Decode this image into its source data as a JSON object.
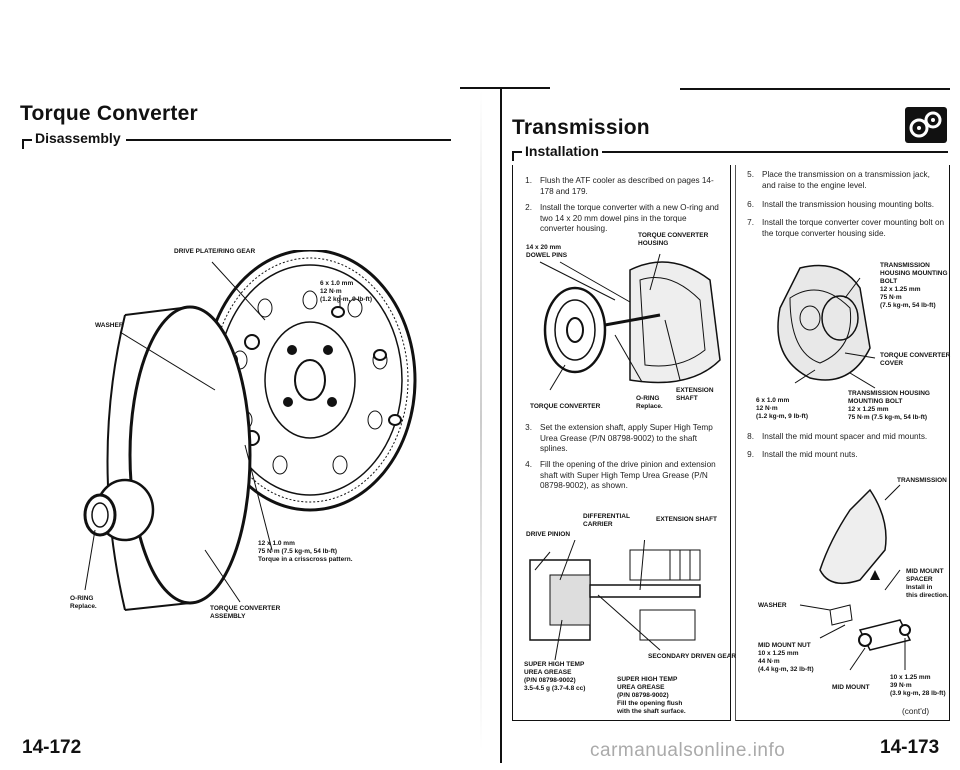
{
  "left_page": {
    "title": "Torque Converter",
    "subtitle": "Disassembly",
    "page_number": "14-172",
    "labels": {
      "drive_plate": "DRIVE PLATE/RING GEAR",
      "bolt_small": "6 x 1.0 mm\n12 N·m\n(1.2 kg-m, 9 lb-ft)",
      "washer": "WASHER",
      "bolt_large": "12 x 1.0 mm\n75 N·m (7.5 kg-m, 54 lb-ft)\nTorque in a crisscross pattern.",
      "oring": "O-RING\nReplace.",
      "converter": "TORQUE CONVERTER\nASSEMBLY"
    }
  },
  "right_page": {
    "title": "Transmission",
    "subtitle": "Installation",
    "page_number": "14-173",
    "watermark": "carmanualsonline.info",
    "steps_col1": [
      {
        "num": "1.",
        "text": "Flush the ATF cooler as described on pages 14-178 and 179."
      },
      {
        "num": "2.",
        "text": "Install the torque converter with a new O-ring and two 14 x 20 mm dowel pins in the torque converter housing."
      },
      {
        "num": "3.",
        "text": "Set the extension shaft, apply Super High Temp Urea Grease (P/N 08798-9002) to the shaft splines."
      },
      {
        "num": "4.",
        "text": "Fill the opening of the drive pinion and extension shaft with Super High Temp Urea Grease (P/N 08798-9002), as shown."
      }
    ],
    "steps_col2": [
      {
        "num": "5.",
        "text": "Place the transmission on a transmission jack, and raise to the engine level."
      },
      {
        "num": "6.",
        "text": "Install the transmission housing mounting bolts."
      },
      {
        "num": "7.",
        "text": "Install the torque converter cover mounting bolt on the torque converter housing side."
      },
      {
        "num": "8.",
        "text": "Install the mid mount spacer and mid mounts."
      },
      {
        "num": "9.",
        "text": "Install the mid mount nuts."
      }
    ],
    "fig1": {
      "dowel": "14 x 20 mm\nDOWEL PINS",
      "tc_housing": "TORQUE CONVERTER\nHOUSING",
      "tc": "TORQUE CONVERTER",
      "oring": "O-RING\nReplace.",
      "ext_shaft": "EXTENSION\nSHAFT"
    },
    "fig2": {
      "diff": "DIFFERENTIAL\nCARRIER",
      "ext_shaft": "EXTENSION SHAFT",
      "drive_pinion": "DRIVE PINION",
      "secondary": "SECONDARY DRIVEN GEAR",
      "grease1": "SUPER HIGH TEMP\nUREA GREASE\n(P/N 08798-9002)\n3.5-4.5 g (3.7-4.8 cc)",
      "grease2": "SUPER HIGH TEMP\nUREA GREASE\n(P/N 08798-9002)\nFill the opening flush\nwith the shaft surface."
    },
    "fig3": {
      "housing_bolt": "TRANSMISSION\nHOUSING MOUNTING\nBOLT\n12 x 1.25 mm\n75 N·m\n(7.5 kg-m, 54 lb-ft)",
      "tc_cover": "TORQUE CONVERTER\nCOVER",
      "bolt_small": "6 x 1.0 mm\n12 N·m\n(1.2 kg-m, 9 lb-ft)",
      "housing_bolt2": "TRANSMISSION HOUSING\nMOUNTING BOLT\n12 x 1.25 mm\n75 N·m (7.5 kg-m, 54 lb-ft)"
    },
    "fig4": {
      "transmission": "TRANSMISSION",
      "spacer": "MID MOUNT\nSPACER\nInstall in\nthis direction.",
      "washer": "WASHER",
      "nut": "MID MOUNT NUT\n10 x 1.25 mm\n44 N·m\n(4.4 kg-m, 32 lb-ft)",
      "mid_mount": "MID MOUNT",
      "bolt": "10 x 1.25 mm\n39 N·m\n(3.9 kg-m, 28 lb-ft)",
      "contd": "(cont'd)"
    }
  }
}
